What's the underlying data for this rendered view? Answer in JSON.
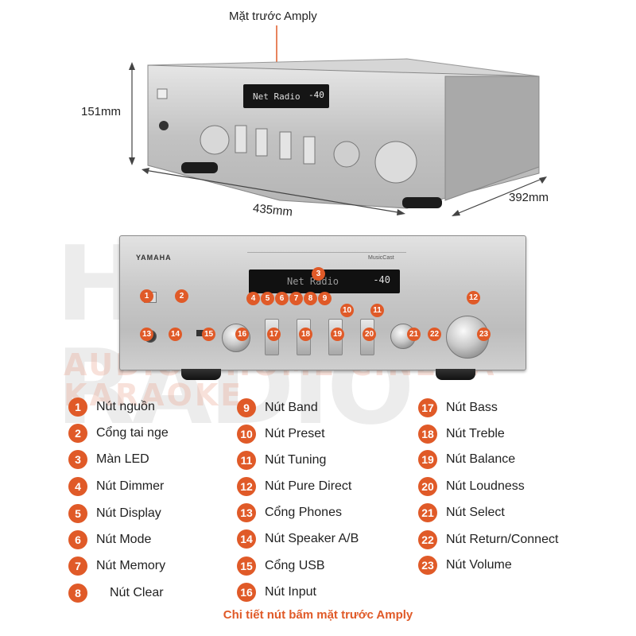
{
  "top": {
    "caption": "Mặt trước Amply",
    "height_label": "151mm",
    "width_label": "435mm",
    "depth_label": "392mm",
    "display_text": "Net Radio",
    "display_volume": "-40"
  },
  "panel": {
    "brand": "YAMAHA",
    "musiccast": "MusicCast",
    "display_text": "Net Radio",
    "display_volume": "-40"
  },
  "watermark": {
    "big": "HD RADIO",
    "small": "AUDIO - HOME CINEMA - KARAOKE"
  },
  "legend": [
    {
      "num": "1",
      "label": "Nút nguồn"
    },
    {
      "num": "2",
      "label": "Cổng tai nge"
    },
    {
      "num": "3",
      "label": "Màn LED"
    },
    {
      "num": "4",
      "label": "Nút Dimmer"
    },
    {
      "num": "5",
      "label": "Nút Display"
    },
    {
      "num": "6",
      "label": "Nút Mode"
    },
    {
      "num": "7",
      "label": "Nút Memory"
    },
    {
      "num": "8",
      "label": "Nút Clear"
    },
    {
      "num": "9",
      "label": "Nút Band"
    },
    {
      "num": "10",
      "label": "Nút Preset"
    },
    {
      "num": "11",
      "label": "Nút Tuning"
    },
    {
      "num": "12",
      "label": "Nút Pure Direct"
    },
    {
      "num": "13",
      "label": "Cổng Phones"
    },
    {
      "num": "14",
      "label": "Nút Speaker A/B"
    },
    {
      "num": "15",
      "label": "Cổng USB"
    },
    {
      "num": "16",
      "label": "Nút Input"
    },
    {
      "num": "17",
      "label": "Nút Bass"
    },
    {
      "num": "18",
      "label": "Nút Treble"
    },
    {
      "num": "19",
      "label": "Nút Balance"
    },
    {
      "num": "20",
      "label": "Nút Loudness"
    },
    {
      "num": "21",
      "label": "Nút Select"
    },
    {
      "num": "22",
      "label": "Nút Return/Connect"
    },
    {
      "num": "23",
      "label": "Nút Volume"
    }
  ],
  "footer": {
    "caption": "Chi tiết nút bấm mặt trước Amply"
  },
  "colors": {
    "accent": "#e05a28",
    "silver": "#c9c9c9"
  }
}
